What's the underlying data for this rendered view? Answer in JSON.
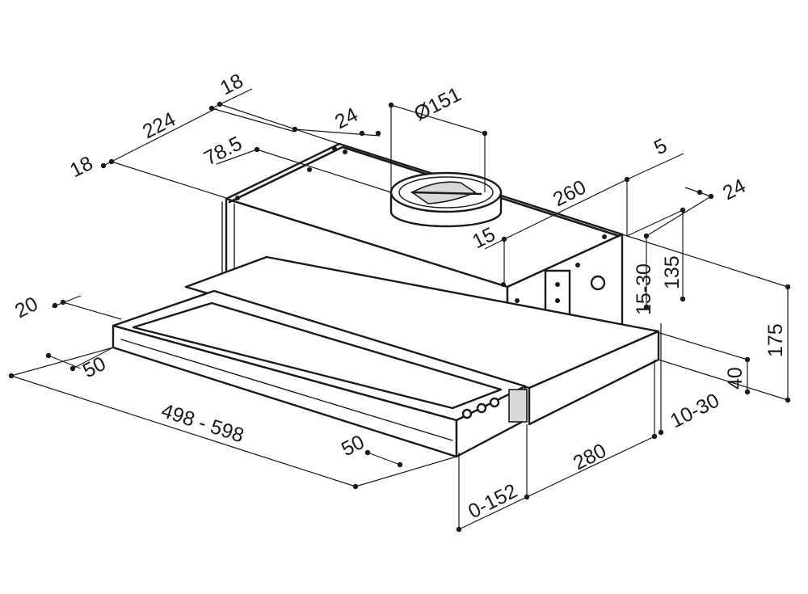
{
  "dimensions": {
    "d18_top": "18",
    "d224": "224",
    "d18_left": "18",
    "d78_5": "78.5",
    "d24_top": "24",
    "d151": "Ø151",
    "d5": "5",
    "d260": "260",
    "d24_right": "24",
    "d15_top": "15",
    "d15_30": "15-30",
    "d135": "135",
    "d175": "175",
    "d40": "40",
    "d10_30": "10-30",
    "d280": "280",
    "d0_152": "0-152",
    "d20": "20",
    "d50_left": "50",
    "d498_598": "498 - 598",
    "d50_front": "50"
  }
}
